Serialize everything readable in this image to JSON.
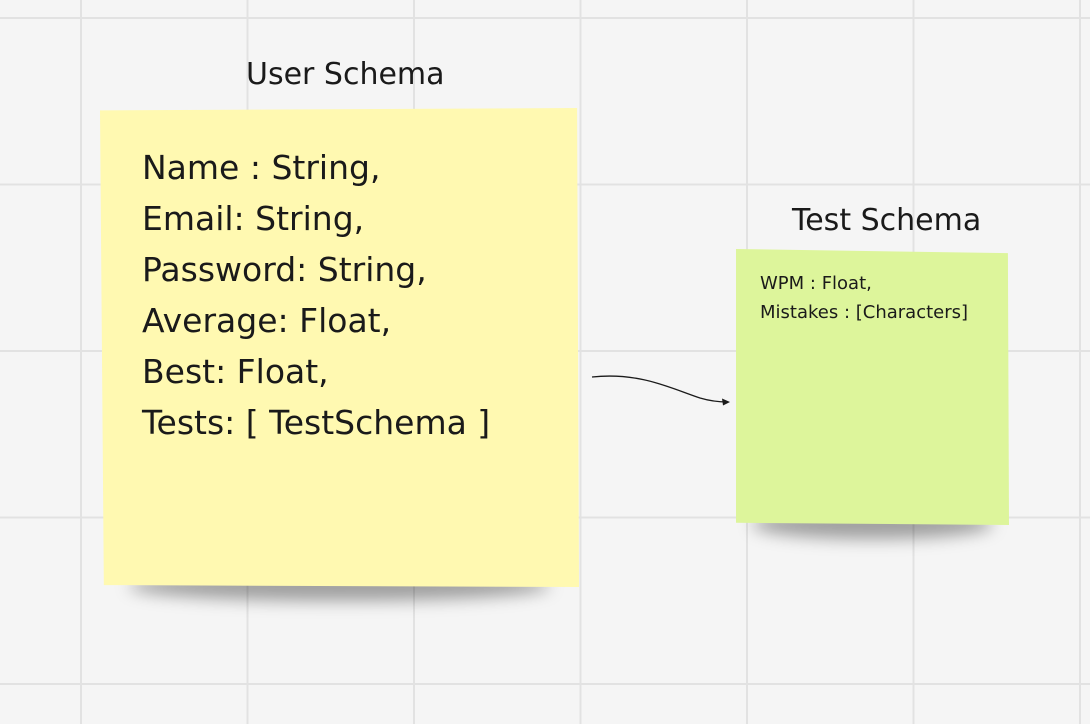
{
  "board": {
    "notes": [
      {
        "title": "User Schema",
        "color": "#fff9b1",
        "lines": [
          "Name : String,",
          "Email: String,",
          "Password: String,",
          "Average: Float,",
          "Best: Float,",
          "Tests: [ TestSchema ]"
        ]
      },
      {
        "title": "Test Schema",
        "color": "#ddf59b",
        "lines": [
          "WPM : Float,",
          "Mistakes : [Characters]"
        ]
      }
    ],
    "connector": {
      "from": "User Schema",
      "to": "Test Schema",
      "style": "curved-arrow",
      "color": "#1a1a1a"
    },
    "background": {
      "color": "#f5f5f5",
      "grid_color": "#e2e2e2"
    }
  }
}
